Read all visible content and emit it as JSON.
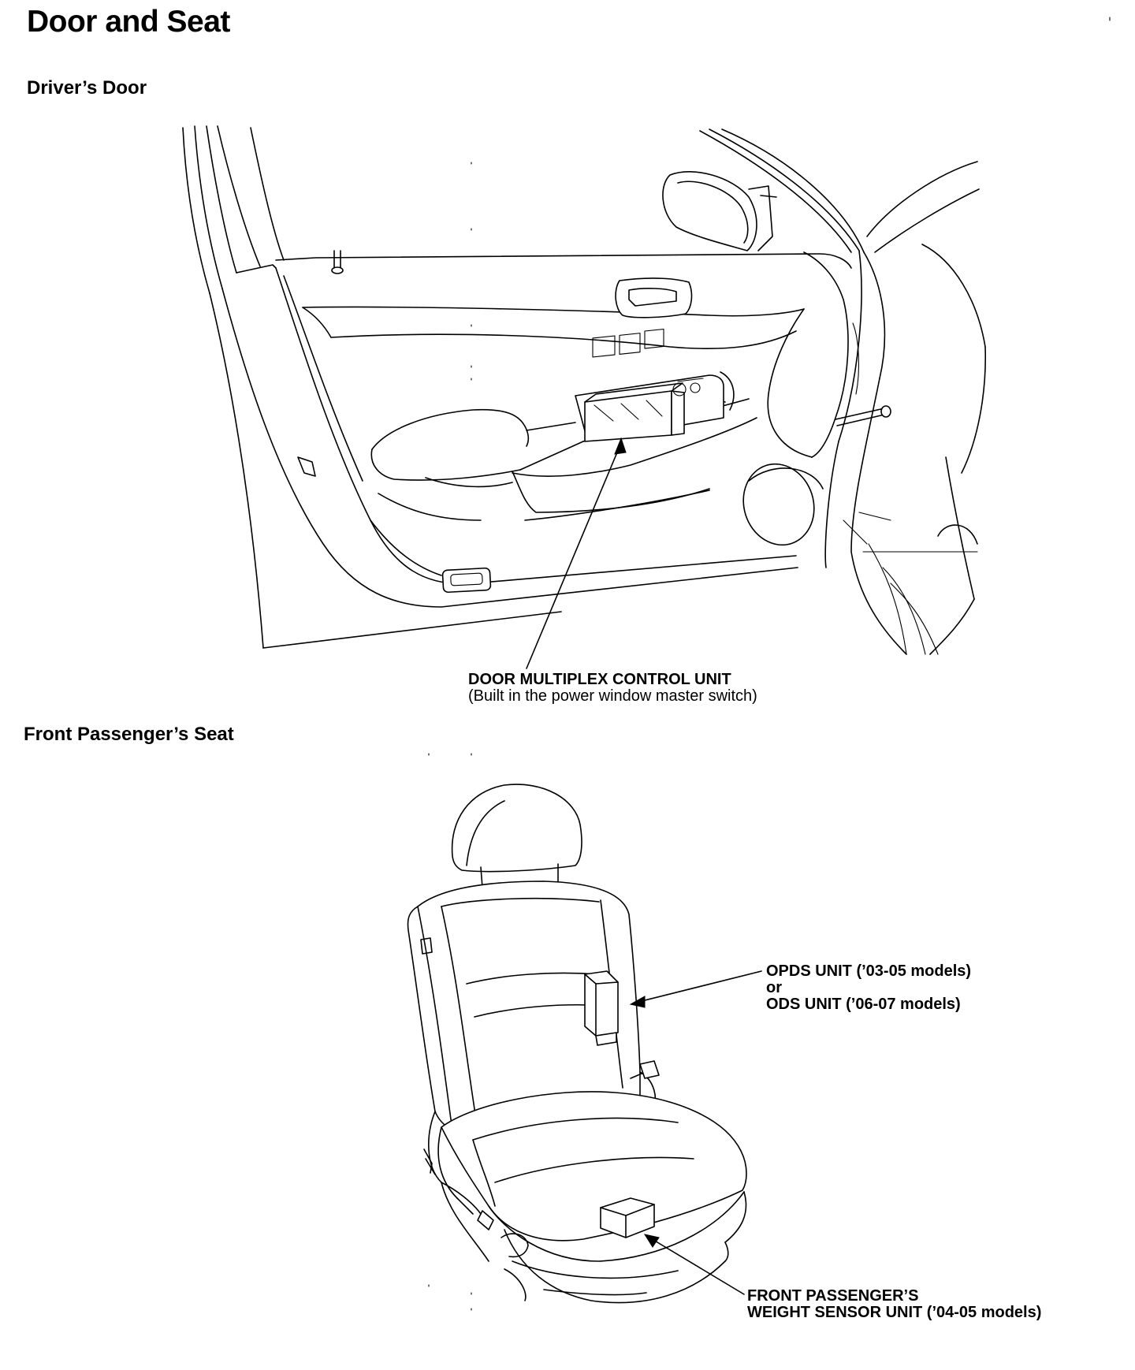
{
  "page": {
    "title": "Door and Seat"
  },
  "sections": {
    "driver_door": {
      "heading": "Driver’s Door",
      "callout": {
        "label": "DOOR MULTIPLEX CONTROL UNIT",
        "note": "(Built in the power window master switch)"
      }
    },
    "passenger_seat": {
      "heading": "Front Passenger’s Seat",
      "callout_opds": {
        "line1": "OPDS UNIT (’03-05 models)",
        "line2": "or",
        "line3": "ODS UNIT (’06-07 models)"
      },
      "callout_weight": {
        "line1": "FRONT PASSENGER’S",
        "line2": "WEIGHT SENSOR UNIT (’04-05 models)"
      }
    }
  }
}
